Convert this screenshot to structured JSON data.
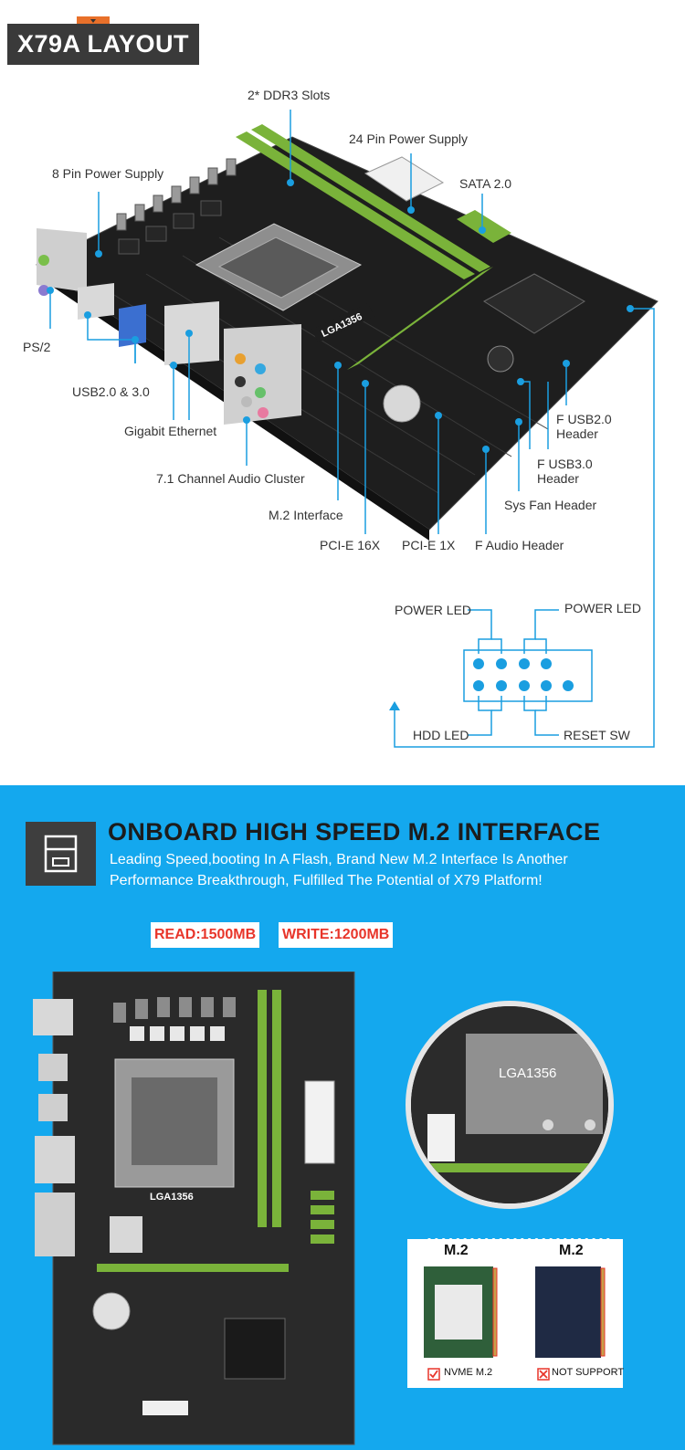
{
  "layout_section": {
    "title": "X79A LAYOUT",
    "labels": {
      "ddr3": "2* DDR3 Slots",
      "power24": "24 Pin Power Supply",
      "power8": "8 Pin Power Supply",
      "sata": "SATA 2.0",
      "ps2": "PS/2",
      "usb": "USB2.0 & 3.0",
      "ethernet": "Gigabit Ethernet",
      "audio": "7.1 Channel Audio Cluster",
      "m2": "M.2 Interface",
      "pcie16": "PCI-E 16X",
      "pcie1": "PCI-E 1X",
      "faudio": "F Audio Header",
      "sysfan": "Sys Fan Header",
      "fusb3_line1": "F USB3.0",
      "fusb3_line2": "Header",
      "fusb2_line1": "F USB2.0",
      "fusb2_line2": "Header",
      "socket": "LGA1356"
    },
    "panel_header": {
      "power_led_left": "POWER LED",
      "power_led_right": "POWER LED",
      "hdd_led": "HDD LED",
      "reset_sw": "RESET SW"
    }
  },
  "m2_section": {
    "heading": "ONBOARD HIGH SPEED M.2 INTERFACE",
    "desc_line1": "Leading Speed,booting In A Flash, Brand New M.2 Interface Is Another",
    "desc_line2": "Performance Breakthrough, Fulfilled The Potential of X79 Platform!",
    "read": "READ:1500MB",
    "write": "WRITE:1200MB",
    "board_socket": "LGA1356",
    "zoom_socket": "LGA1356",
    "compare": {
      "left_title": "M.2",
      "right_title": "M.2",
      "left_caption": "NVME M.2",
      "right_caption": "NOT SUPPORT"
    }
  },
  "colors": {
    "accent_orange": "#e8702a",
    "line_blue": "#1a9ee0",
    "section_blue": "#14a8ee",
    "slot_green": "#7ab33a",
    "badge_red": "#e8352a"
  },
  "icons": [
    "floppy-disk-icon",
    "check-box-icon",
    "cross-box-icon"
  ]
}
